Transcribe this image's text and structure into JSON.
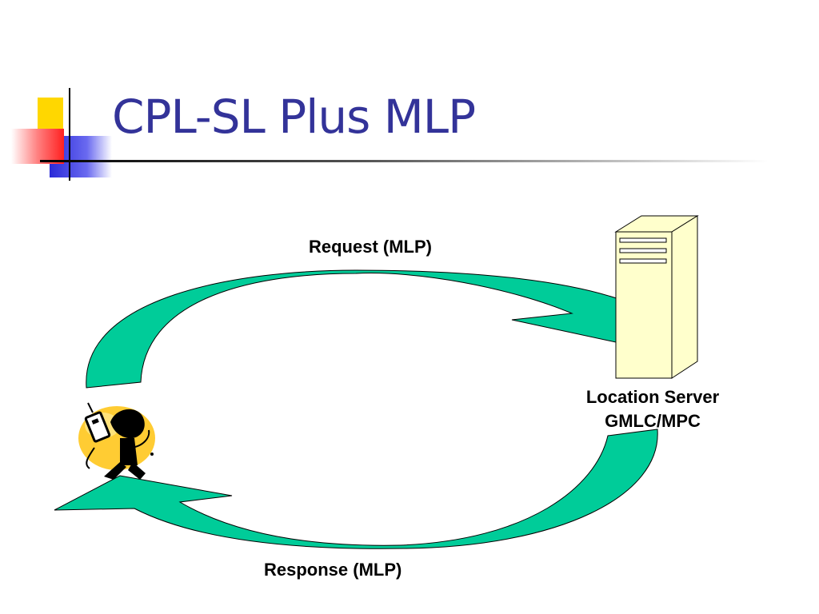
{
  "slide": {
    "title": "CPL-SL Plus MLP"
  },
  "diagram": {
    "request_label": "Request (MLP)",
    "response_label": "Response (MLP)",
    "server_label_line1": "Location Server",
    "server_label_line2": "GMLC/MPC",
    "arrow_color": "#00CC99",
    "server_color": "#FFFFCC",
    "title_color": "#333399"
  },
  "icons": {
    "decoration": "title-square-decoration",
    "server": "server-tower-icon",
    "user": "person-with-phone-clipart"
  }
}
